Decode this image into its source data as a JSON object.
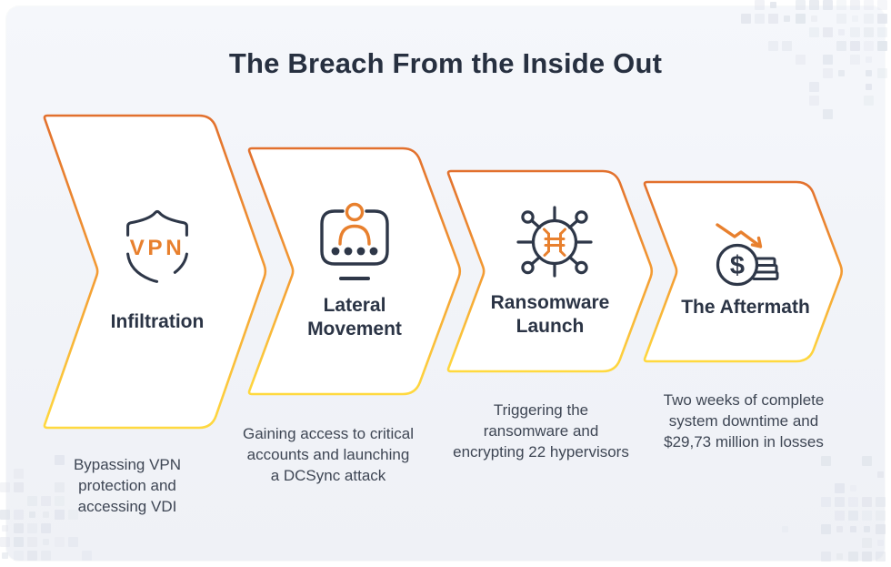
{
  "title": "The Breach From the Inside Out",
  "colors": {
    "chevron_top": "#E2702D",
    "chevron_mid": "#F39A33",
    "chevron_bottom": "#FFD93F",
    "dark_navy": "#2B3445",
    "body_text": "#3E4654",
    "icon_orange": "#E8802E",
    "panel_background": "#F1F3F8"
  },
  "steps": [
    {
      "title": "Infiltration",
      "description": "Bypassing VPN\nprotection and\naccessing VDI",
      "icon": "vpn-shield-icon",
      "icon_label": "VPN"
    },
    {
      "title": "Lateral\nMovement",
      "description": "Gaining access to critical\naccounts and launching\na DCSync attack",
      "icon": "monitor-user-icon"
    },
    {
      "title": "Ransomware\nLaunch",
      "description": "Triggering the\nransomware and\nencrypting 22 hypervisors",
      "icon": "virus-spread-icon"
    },
    {
      "title": "The Aftermath",
      "description": "Two weeks of complete\nsystem downtime and\n$29,73 million in losses",
      "icon": "financial-loss-icon",
      "icon_symbol": "$"
    }
  ]
}
